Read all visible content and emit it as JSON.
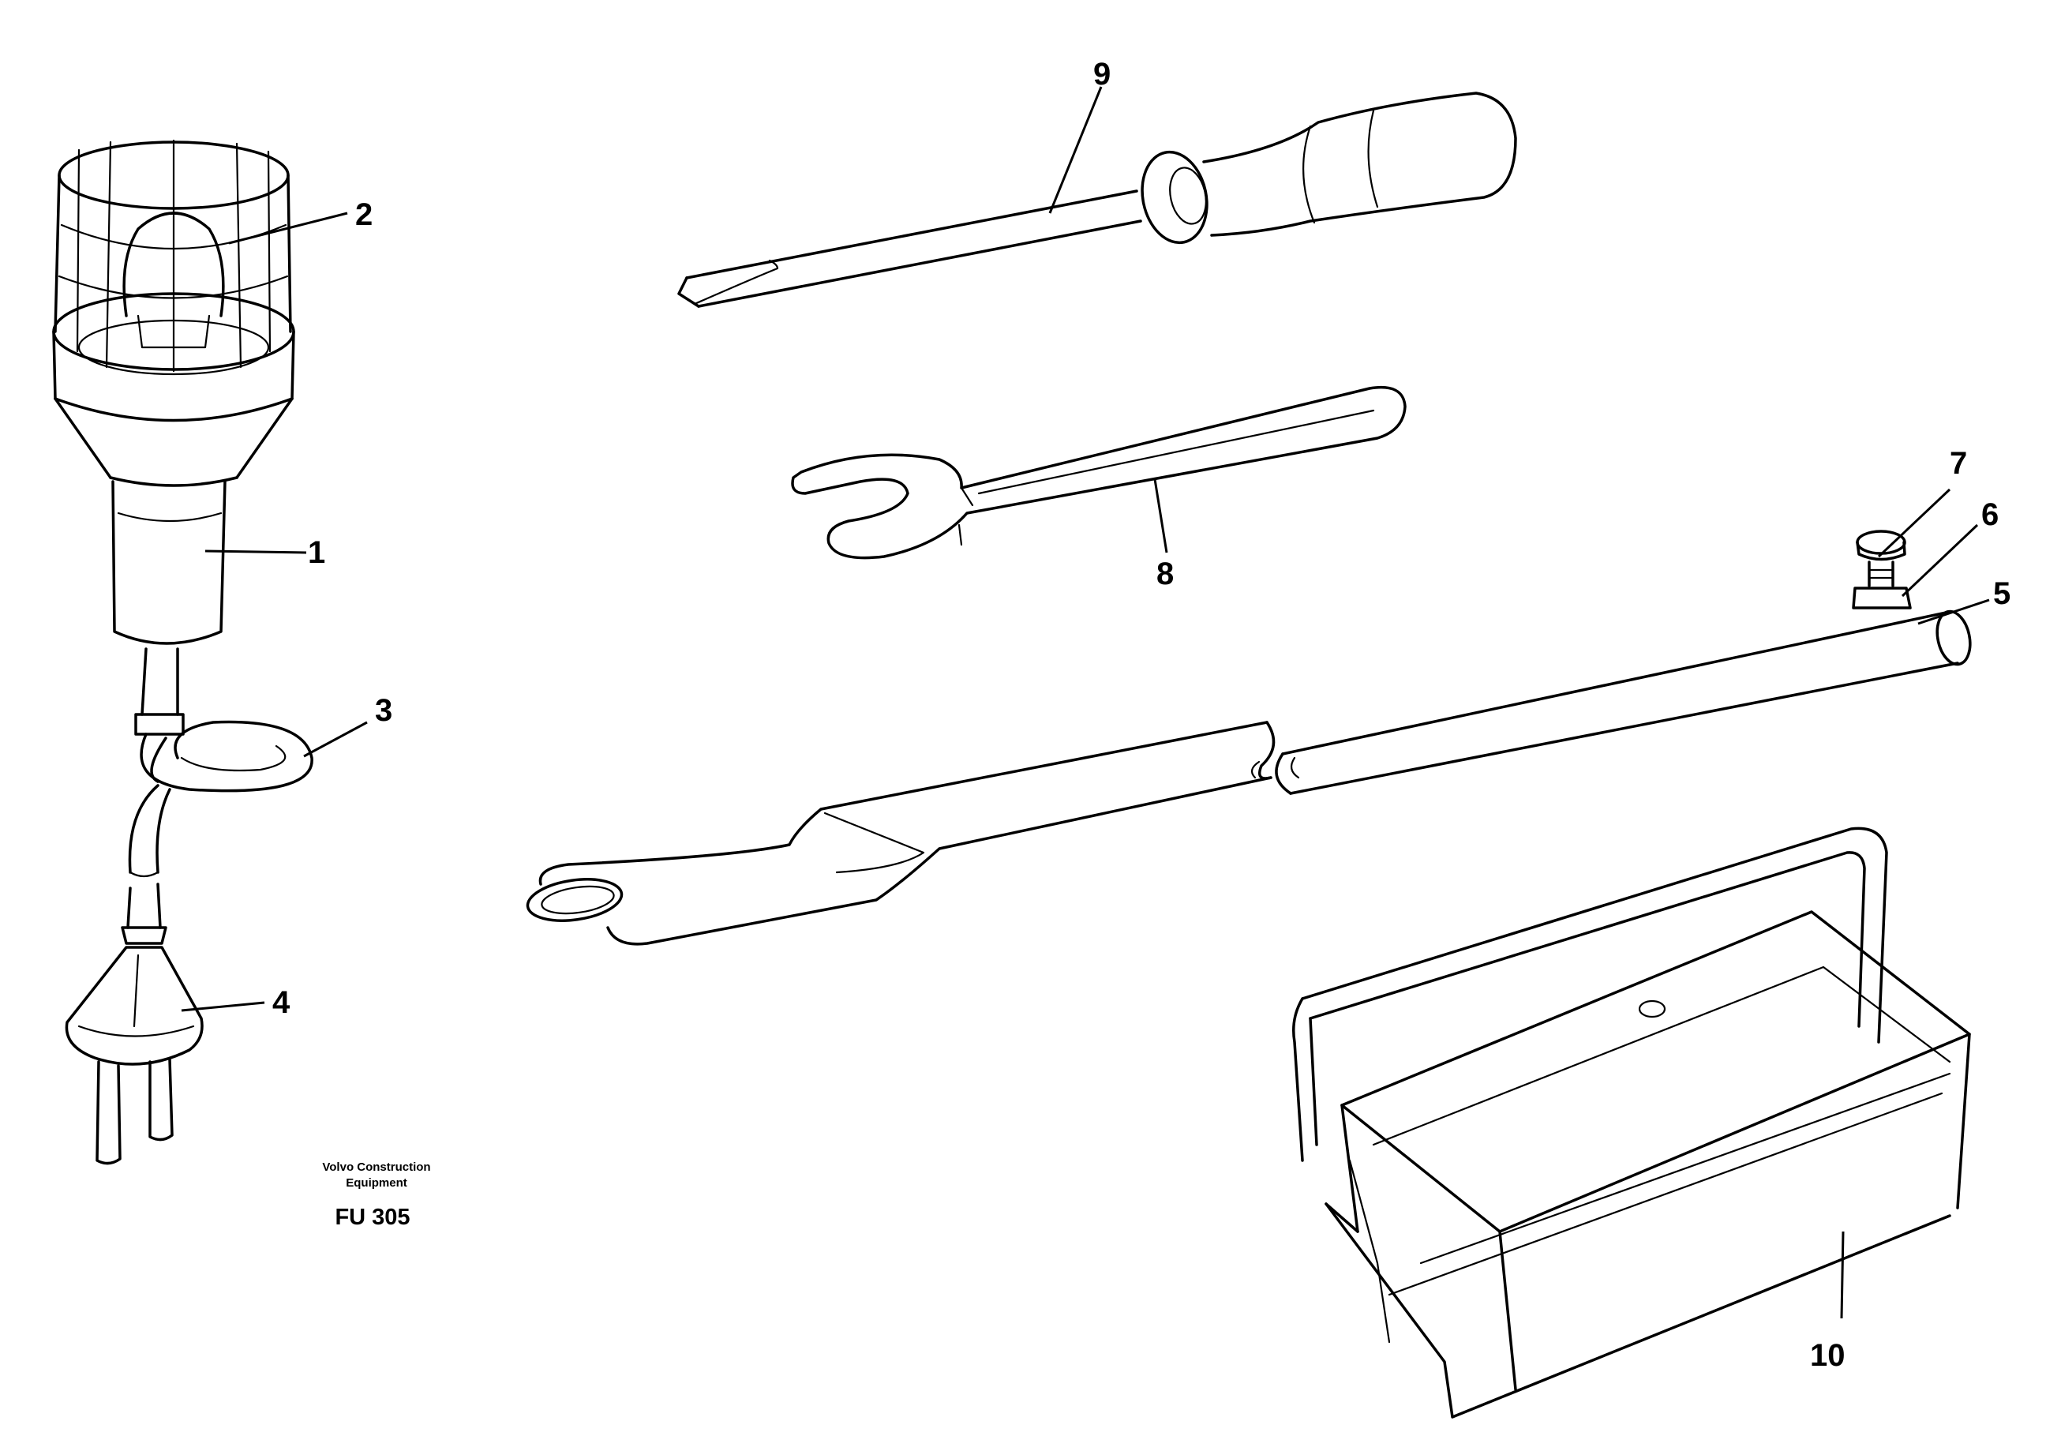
{
  "callouts": {
    "c1": "1",
    "c2": "2",
    "c3": "3",
    "c4": "4",
    "c5": "5",
    "c6": "6",
    "c7": "7",
    "c8": "8",
    "c9": "9",
    "c10": "10"
  },
  "footer": {
    "brand_line1": "Volvo Construction",
    "brand_line2": "Equipment",
    "figure_code": "FU 305"
  }
}
